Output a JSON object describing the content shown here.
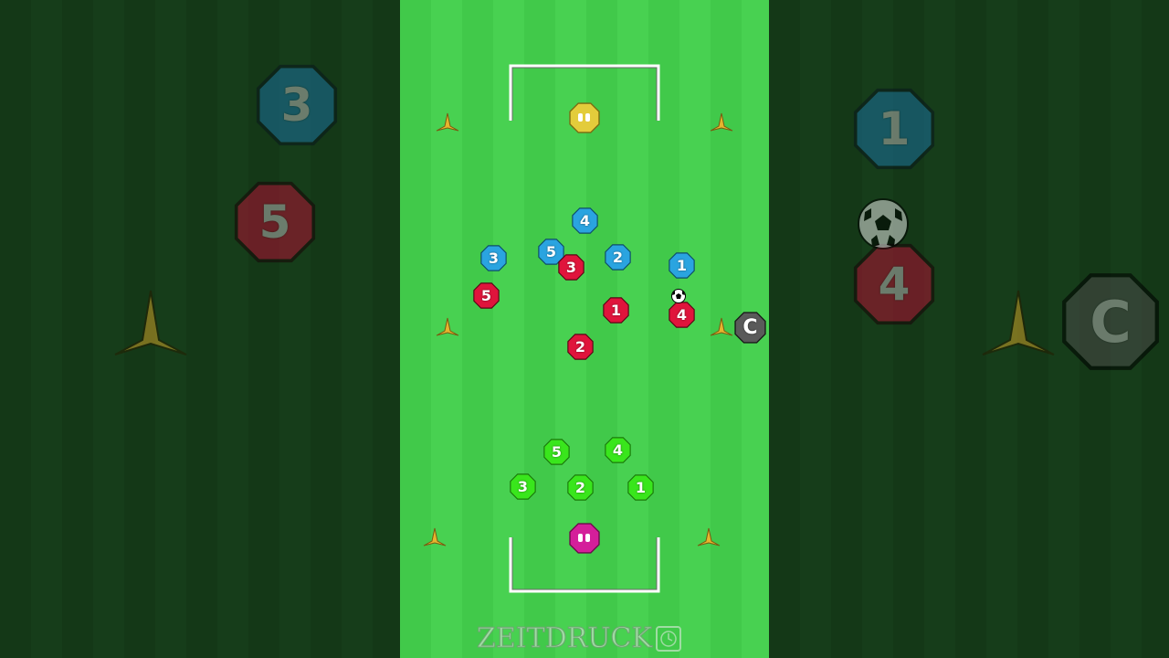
{
  "colors": {
    "blue_team": "#2aa4e0",
    "red_team": "#e0143c",
    "green_team": "#39e61c",
    "goalkeeper_top": "#e3cc3b",
    "goalkeeper_bottom": "#d41f9a",
    "coach": "#5a5a5a",
    "cone": "#e6b52e",
    "goal": "#ffffff"
  },
  "field": {
    "goalkeepers": [
      {
        "role": "goalkeeper-top",
        "icon": "gloves-icon",
        "color": "#e3cc3b"
      },
      {
        "role": "goalkeeper-bottom",
        "icon": "gloves-icon",
        "color": "#d41f9a"
      }
    ],
    "blue_players": [
      "4",
      "5",
      "3",
      "2",
      "1"
    ],
    "red_players": [
      "3",
      "5",
      "1",
      "4",
      "2"
    ],
    "green_players": [
      "5",
      "4",
      "3",
      "2",
      "1"
    ],
    "coach_label": "C",
    "ball_icon": "soccer-ball-icon",
    "cone_icon": "cone-icon"
  },
  "side_left": {
    "blue_player": "3",
    "red_player": "5"
  },
  "side_right": {
    "blue_player": "1",
    "red_player": "4",
    "coach_label": "C",
    "ball_icon": "soccer-ball-icon"
  },
  "watermark": {
    "text": "ZEITDRUCK",
    "icon": "clock-icon"
  }
}
